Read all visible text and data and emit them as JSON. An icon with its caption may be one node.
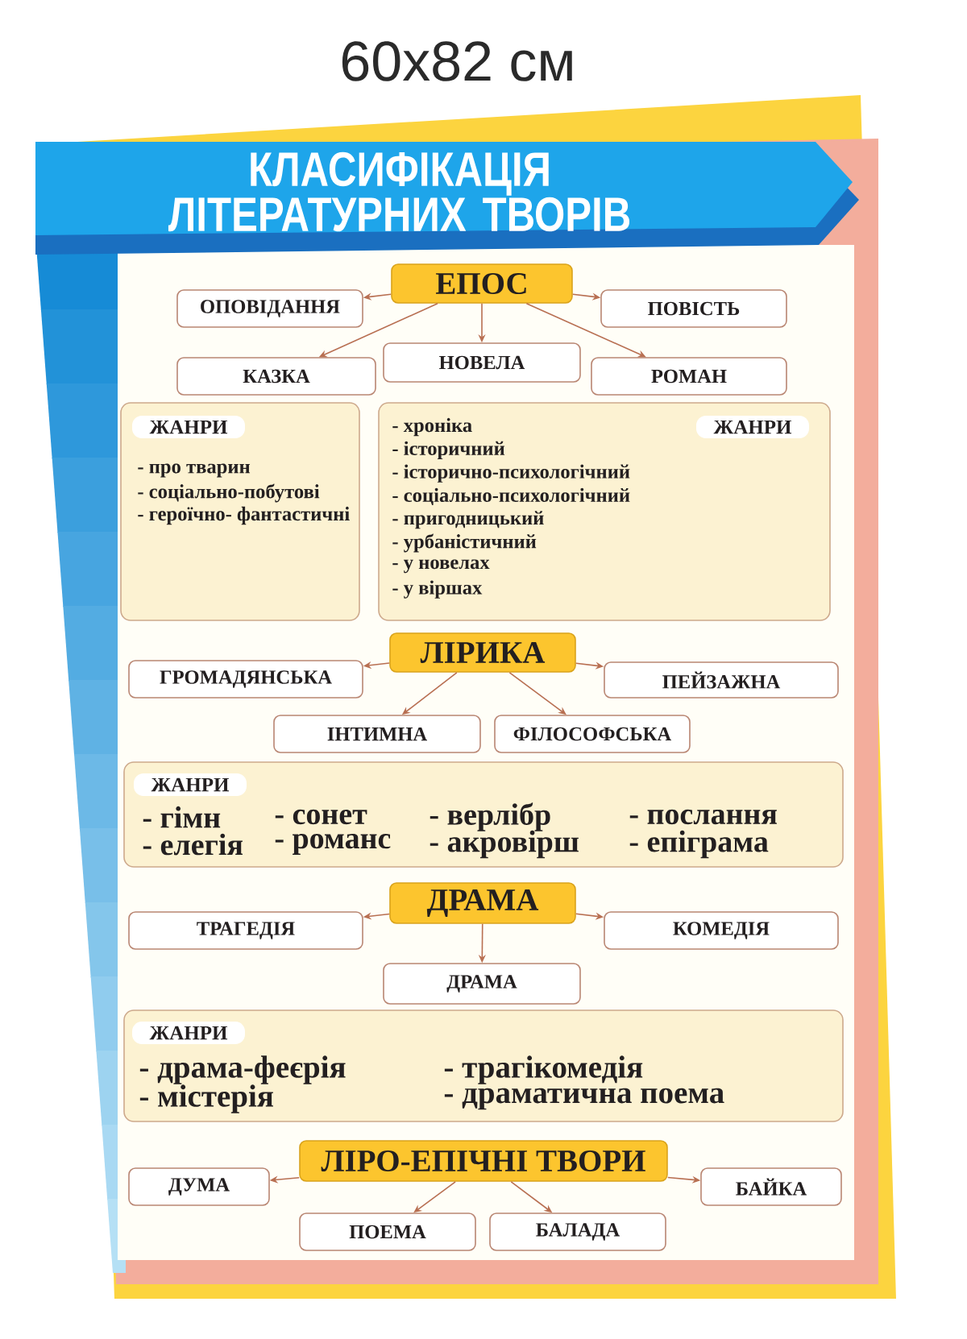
{
  "diagram": {
    "title": "КЛАСИФІКАЦІЯ ЛІТЕРАТУРНИХ ТВОРІВ",
    "nodes": [
      {
        "text": [
          "ЕПОС"
        ]
      },
      {
        "text": [
          "ОПОВІДАННЯ"
        ]
      },
      {
        "text": [
          "ПОВІСТЬ"
        ]
      },
      {
        "text": [
          "КАЗКА"
        ]
      },
      {
        "text": [
          "НОВЕЛА"
        ]
      },
      {
        "text": [
          "РОМАН"
        ]
      },
      {
        "text": [
          "ЖАНРИ",
          "- про тварин",
          "- соціально-побутові",
          "- героїчно- фантастичні"
        ]
      },
      {
        "text": [
          "ЖАНРИ",
          "- хроніка",
          "- історичний",
          "- історично-психологічний",
          "- соціально-психологічний",
          "- пригодницький",
          "- урбаністичний",
          "- у новелах",
          "- у віршах"
        ]
      },
      {
        "text": [
          "ЛІРИКА"
        ]
      },
      {
        "text": [
          "ГРОМАДЯНСЬКА"
        ]
      },
      {
        "text": [
          "ПЕЙЗАЖНА"
        ]
      },
      {
        "text": [
          "ІНТИМНА"
        ]
      },
      {
        "text": [
          "ФІЛОСОФСЬКА"
        ]
      },
      {
        "text": [
          "ЖАНРИ",
          "- гімн",
          "- сонет",
          "- верлібр",
          "- послання",
          "- елегія",
          "- романс",
          "- акровірш",
          "- епіграма"
        ]
      },
      {
        "text": [
          "ДРАМА"
        ]
      },
      {
        "text": [
          "ТРАГЕДІЯ"
        ]
      },
      {
        "text": [
          "КОМЕДІЯ"
        ]
      },
      {
        "text": [
          "ДРАМА"
        ]
      },
      {
        "text": [
          "ЖАНРИ",
          "- драма-феєрія",
          "- трагікомедія",
          "- містерія",
          "- драматична поема"
        ]
      },
      {
        "text": [
          "ЛІРО-ЕПІЧНІ ТВОРИ"
        ]
      },
      {
        "text": [
          "ДУМА"
        ]
      },
      {
        "text": [
          "БАЙКА"
        ]
      },
      {
        "text": [
          "ПОЕМА"
        ]
      },
      {
        "text": [
          "БАЛАДА"
        ]
      }
    ],
    "edges": [
      {
        "from": 0,
        "to": 1,
        "arrow": "to"
      },
      {
        "from": 0,
        "to": 2,
        "arrow": "to"
      },
      {
        "from": 0,
        "to": 3,
        "arrow": "to"
      },
      {
        "from": 0,
        "to": 4,
        "arrow": "to"
      },
      {
        "from": 0,
        "to": 5,
        "arrow": "to"
      },
      {
        "from": 8,
        "to": 9,
        "arrow": "to"
      },
      {
        "from": 8,
        "to": 10,
        "arrow": "to"
      },
      {
        "from": 8,
        "to": 11,
        "arrow": "to"
      },
      {
        "from": 8,
        "to": 12,
        "arrow": "to"
      },
      {
        "from": 14,
        "to": 15,
        "arrow": "to"
      },
      {
        "from": 14,
        "to": 16,
        "arrow": "to"
      },
      {
        "from": 14,
        "to": 17,
        "arrow": "to"
      },
      {
        "from": 19,
        "to": 20,
        "arrow": "to"
      },
      {
        "from": 19,
        "to": 21,
        "arrow": "to"
      },
      {
        "from": 19,
        "to": 22,
        "arrow": "to"
      },
      {
        "from": 19,
        "to": 23,
        "arrow": "to"
      }
    ],
    "labels": [
      "60x82 см"
    ]
  }
}
